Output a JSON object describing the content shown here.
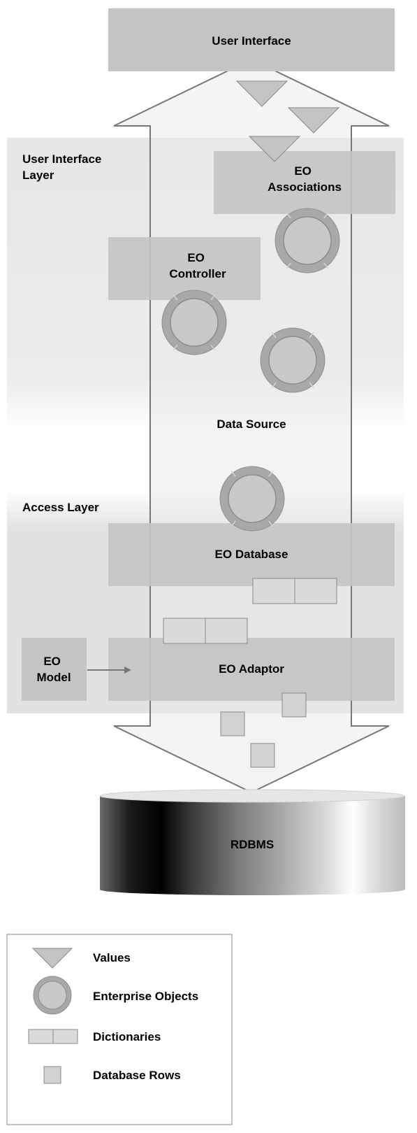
{
  "boxes": {
    "user_interface": "User Interface",
    "eo_associations": [
      "EO",
      "Associations"
    ],
    "eo_controller": [
      "EO",
      "Controller"
    ],
    "eo_database": "EO Database",
    "eo_model": [
      "EO",
      "Model"
    ],
    "eo_adaptor": "EO Adaptor",
    "rdbms": "RDBMS"
  },
  "layers": {
    "user_interface_layer": [
      "User Interface",
      "Layer"
    ],
    "data_source": "Data Source",
    "access_layer": "Access Layer"
  },
  "legend": {
    "values": "Values",
    "enterprise_objects": "Enterprise Objects",
    "dictionaries": "Dictionaries",
    "database_rows": "Database Rows"
  },
  "colors": {
    "box_fill": "#c4c4c4",
    "layer_fill": "#e6e6e6",
    "arrow_fill": "#ebebeb",
    "arrow_stroke": "#777777",
    "object_ring": "#a8a8a8",
    "object_core": "#cccccc"
  }
}
